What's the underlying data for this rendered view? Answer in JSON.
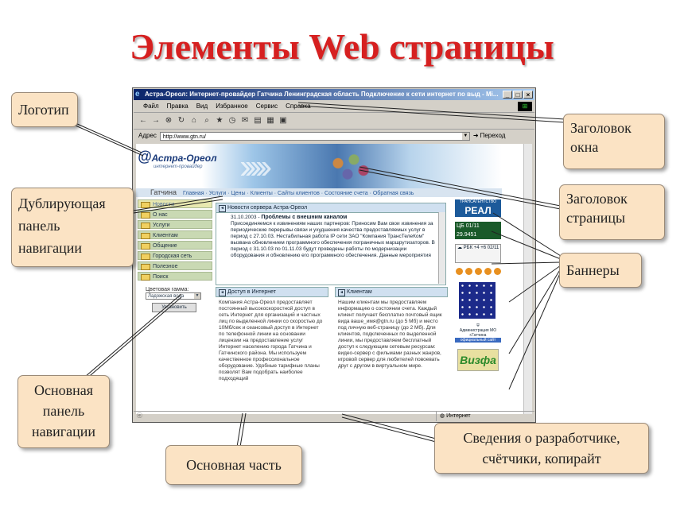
{
  "slide": {
    "title": "Элементы Web страницы"
  },
  "browser": {
    "window_title": "Астра-Ореол: Интернет-провайдер Гатчина Ленинградская область Подключение к сети интернет по выд - Mi...",
    "menu": [
      "Файл",
      "Правка",
      "Вид",
      "Избранное",
      "Сервис",
      "Справка"
    ],
    "address_label": "Адрес",
    "address_value": "http://www.gtn.ru/",
    "go_label": "Переход",
    "status_left": "",
    "status_zone": "Интернет"
  },
  "site": {
    "logo_text": "Астра-Ореол",
    "logo_sub": "интернет-провайдер",
    "city": "Гатчина",
    "top_nav": "Главная · Услуги · Цены · Клиенты · Сайты клиентов · Состояние счета · Обратная связь",
    "left_nav": [
      "Новости",
      "О нас",
      "Услуги",
      "Клиентам",
      "Общение",
      "Городская сеть",
      "Полезное",
      "Поиск"
    ],
    "color_label": "Цветовая гамма:",
    "color_value": "Ладожская вода",
    "set_button": "Установить",
    "news": {
      "header": "Новости сервера Астра-Ореол",
      "date": "31.10.2003",
      "headline": "Проблемы с внешним каналом",
      "body": "Присоединяемся к извинениям наших партнеров: Приносим Вам свои извинения за периодические перерывы связи и ухудшения качества предоставляемых услуг в период с 27.10.03. Нестабильная работа IP сети ЗАО \"Компания ТрансТелеКом\" вызвана обновлением программного обеспечения пограничных маршрутизаторов. В период с 31.10.03 по 01.11.03 будут проведены работы по модернизации оборудования и обновлению его программного обеспечения. Данные мероприятия"
    },
    "col1": {
      "header": "Доступ в Интернет",
      "text": "Компания Астра-Ореол предоставляет постоянный высокоскоростной доступ в сеть Интернет для организаций и частных лиц по выделенной линии со скоростью до 10Мб/сек и сеансовый доступ в Интернет по телефонной линии на основании лицензии на предоставление услуг Интернет населению города Гатчина и Гатчинского района. Мы используем качественное профессиональное оборудование. Удобные тарифные планы позволят Вам подобрать наиболее подходящий"
    },
    "col2": {
      "header": "Клиентам",
      "text": "Нашим клиентам мы предоставляем информацию о состоянии счета. Каждый клиент получает бесплатно почтовый ящик вида ваше_имя@gtn.ru (до 5 Мб) и место под личную веб-страницу (до 2 Мб). Для клиентов, подключенных по выделенной линии, мы предоставляем бесплатный доступ к следующим сетевым ресурсам: видео-сервер с фильмами разных жанров, игровой сервер для любителей повоевать друг с другом в виртуальном мире."
    },
    "banners": {
      "real_top": "ТРАНСАГЕНТСТВО",
      "real": "РЕАЛ",
      "cb_line1": "ЦБ 01/11",
      "cb_line2": "29.9451",
      "rbk": "РБК +4 +6 02/11",
      "adm_line1": "Администрация МО г.Гатчина",
      "adm_line2": "официальный сайт",
      "vizit": "Визфа"
    }
  },
  "callouts": {
    "logo": "Логотип",
    "window_title": "Заголовок окна",
    "page_title": "Заголовок страницы",
    "dup_nav": "Дублирующая панель навигации",
    "banners": "Баннеры",
    "main_nav": "Основная панель навигации",
    "footer_info": "Сведения о разработчике, счётчики, копирайт",
    "main_part": "Основная часть"
  },
  "colors": {
    "title_red": "#d62020",
    "callout_bg": "#fbe3c4",
    "titlebar_blue": "#0a246a"
  }
}
